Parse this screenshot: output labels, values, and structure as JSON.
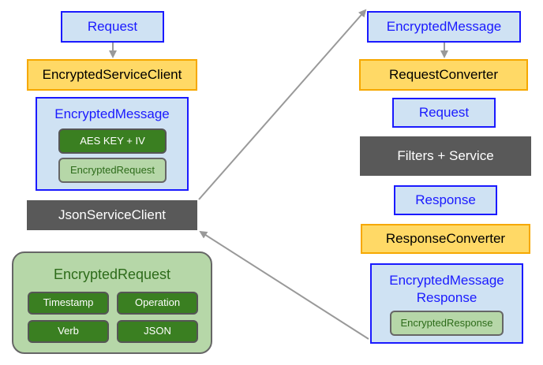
{
  "left": {
    "request": "Request",
    "encrypted_service_client": "EncryptedServiceClient",
    "encrypted_message": {
      "title": "EncryptedMessage",
      "aes_key_iv": "AES KEY + IV",
      "encrypted_request": "EncryptedRequest"
    },
    "json_service_client": "JsonServiceClient",
    "encrypted_request_panel": {
      "title": "EncryptedRequest",
      "timestamp": "Timestamp",
      "operation": "Operation",
      "verb": "Verb",
      "json": "JSON"
    }
  },
  "right": {
    "encrypted_message": "EncryptedMessage",
    "request_converter": "RequestConverter",
    "request": "Request",
    "filters_service": "Filters + Service",
    "response": "Response",
    "response_converter": "ResponseConverter",
    "encrypted_message_response": {
      "title_line1": "EncryptedMessage",
      "title_line2": "Response",
      "encrypted_response": "EncryptedResponse"
    }
  },
  "colors": {
    "blue_fill": "#cfe2f3",
    "blue_text": "#1a1aff",
    "yellow_fill": "#ffd966",
    "dark_fill": "#595959",
    "green_fill": "#3a7f21",
    "light_green_fill": "#b6d7a8",
    "arrow": "#999999"
  }
}
